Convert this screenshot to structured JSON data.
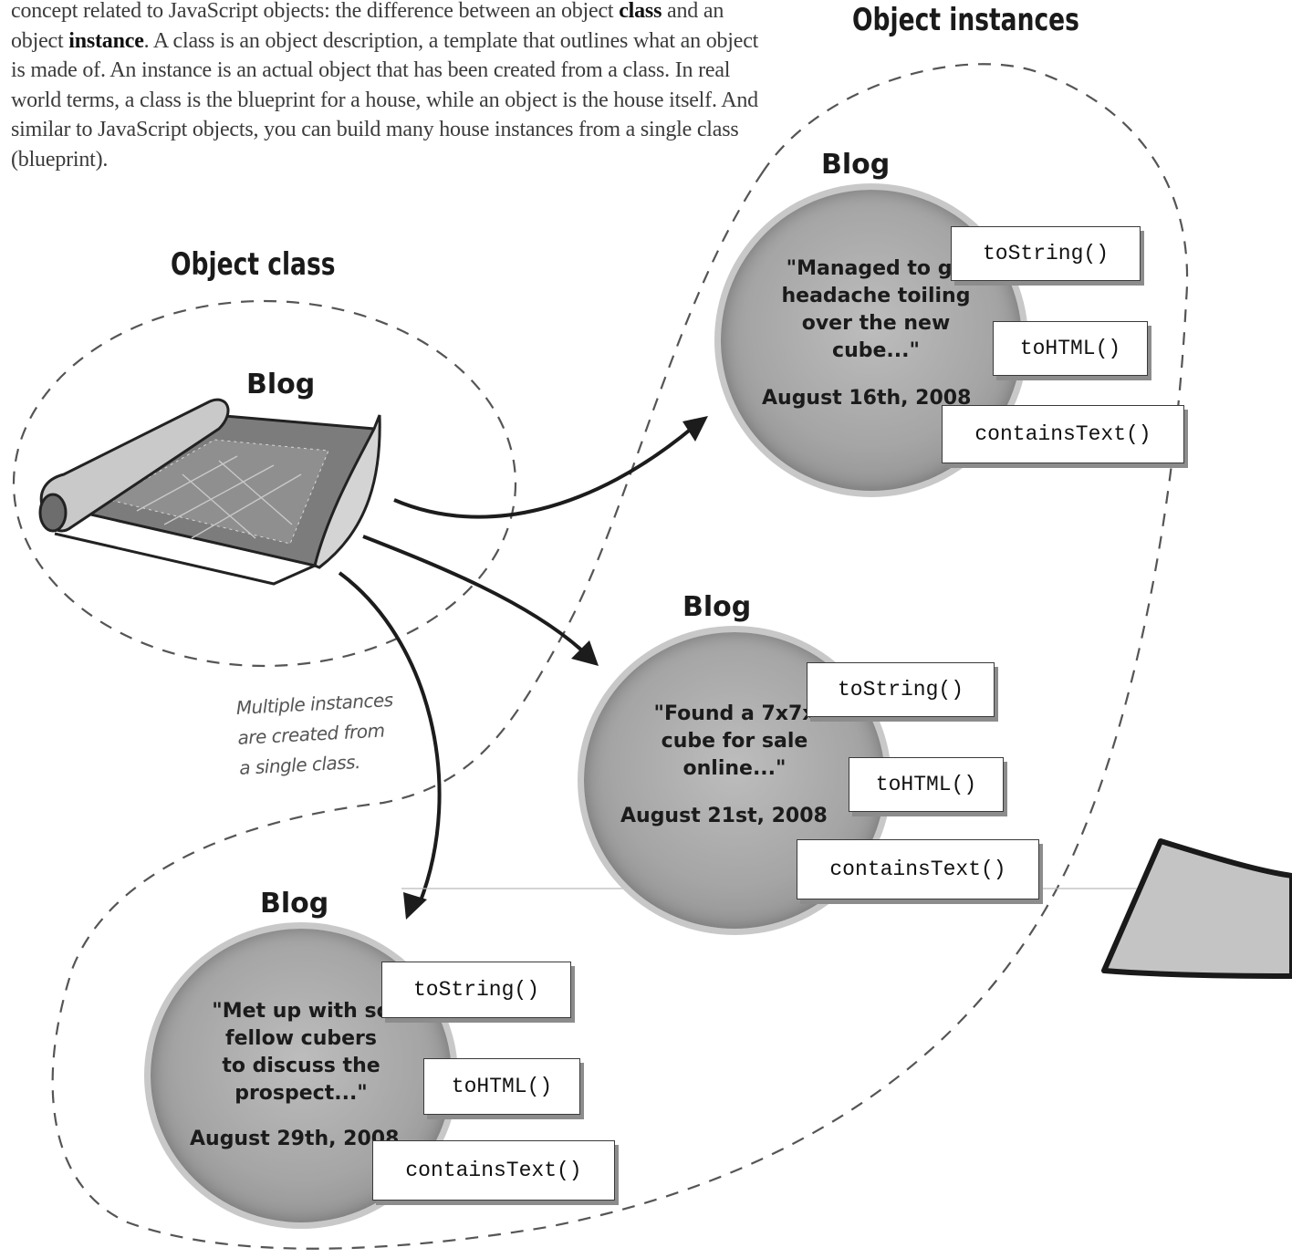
{
  "intro": {
    "part1": "concept related to JavaScript objects: the difference between an object ",
    "bold_class": "class",
    "part2": " and an object ",
    "bold_instance": "instance",
    "part3": ". A class is an object description, a template that outlines what an object is made of. An instance is an actual object that has been created from a class. In real world terms, a class is the blueprint for a house, while an object is the house itself. And similar to JavaScript objects, you can build many house instances from a single class (blueprint)."
  },
  "headings": {
    "object_class": "Object class",
    "object_instances": "Object instances"
  },
  "class_label": "Blog",
  "note": "Multiple instances\nare created from\na single class.",
  "instances": [
    {
      "title": "Blog",
      "quote": "\"Managed to ge\nheadache toiling\nover the new\ncube...\"",
      "date": "August 16th, 2008",
      "methods": [
        "toString()",
        "toHTML()",
        "containsText()"
      ]
    },
    {
      "title": "Blog",
      "quote": "\"Found a 7x7x\ncube for sale\nonline...\"",
      "date": "August 21st, 2008",
      "methods": [
        "toString()",
        "toHTML()",
        "containsText()"
      ]
    },
    {
      "title": "Blog",
      "quote": "\"Met up with so\nfellow cubers\nto discuss the\nprospect...\"",
      "date": "August 29th, 2008",
      "methods": [
        "toString()",
        "toHTML()",
        "containsText()"
      ]
    }
  ],
  "colors": {
    "blob_fill": "#a5a5a5",
    "outline": "#3a3a3a",
    "shape_fill": "#c4c4c4"
  }
}
